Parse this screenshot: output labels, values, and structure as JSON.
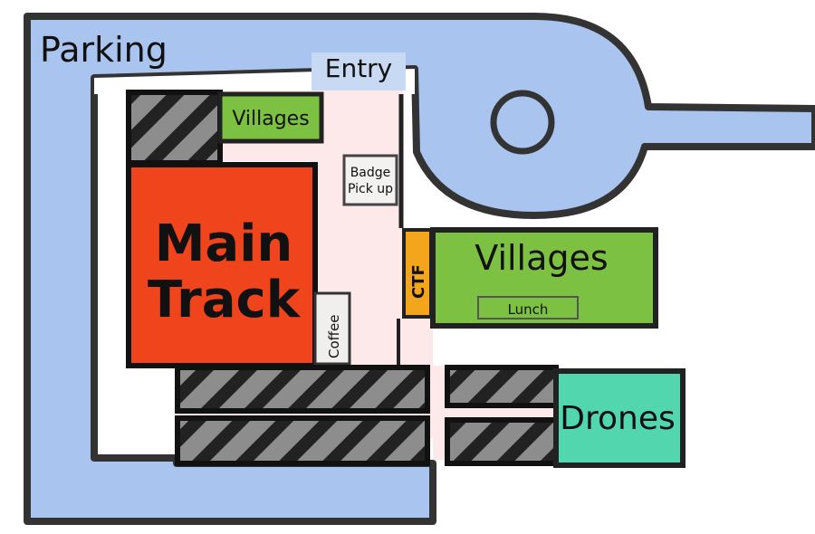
{
  "labels": {
    "parking": "Parking",
    "entry": "Entry",
    "villages_top": "Villages",
    "badge_line1": "Badge",
    "badge_line2": "Pick up",
    "main_line1": "Main",
    "main_line2": "Track",
    "villages_right": "Villages",
    "lunch": "Lunch",
    "ctf": "CTF",
    "coffee": "Coffee",
    "drones": "Drones"
  },
  "colors": {
    "parking": "#a9c4ee",
    "hallway": "#fde9ea",
    "main_track": "#f0441c",
    "villages": "#7cc142",
    "ctf": "#f3a51c",
    "drones": "#52d6ad",
    "hatched": "#8c8c8c",
    "outline": "#2f2f2f"
  }
}
